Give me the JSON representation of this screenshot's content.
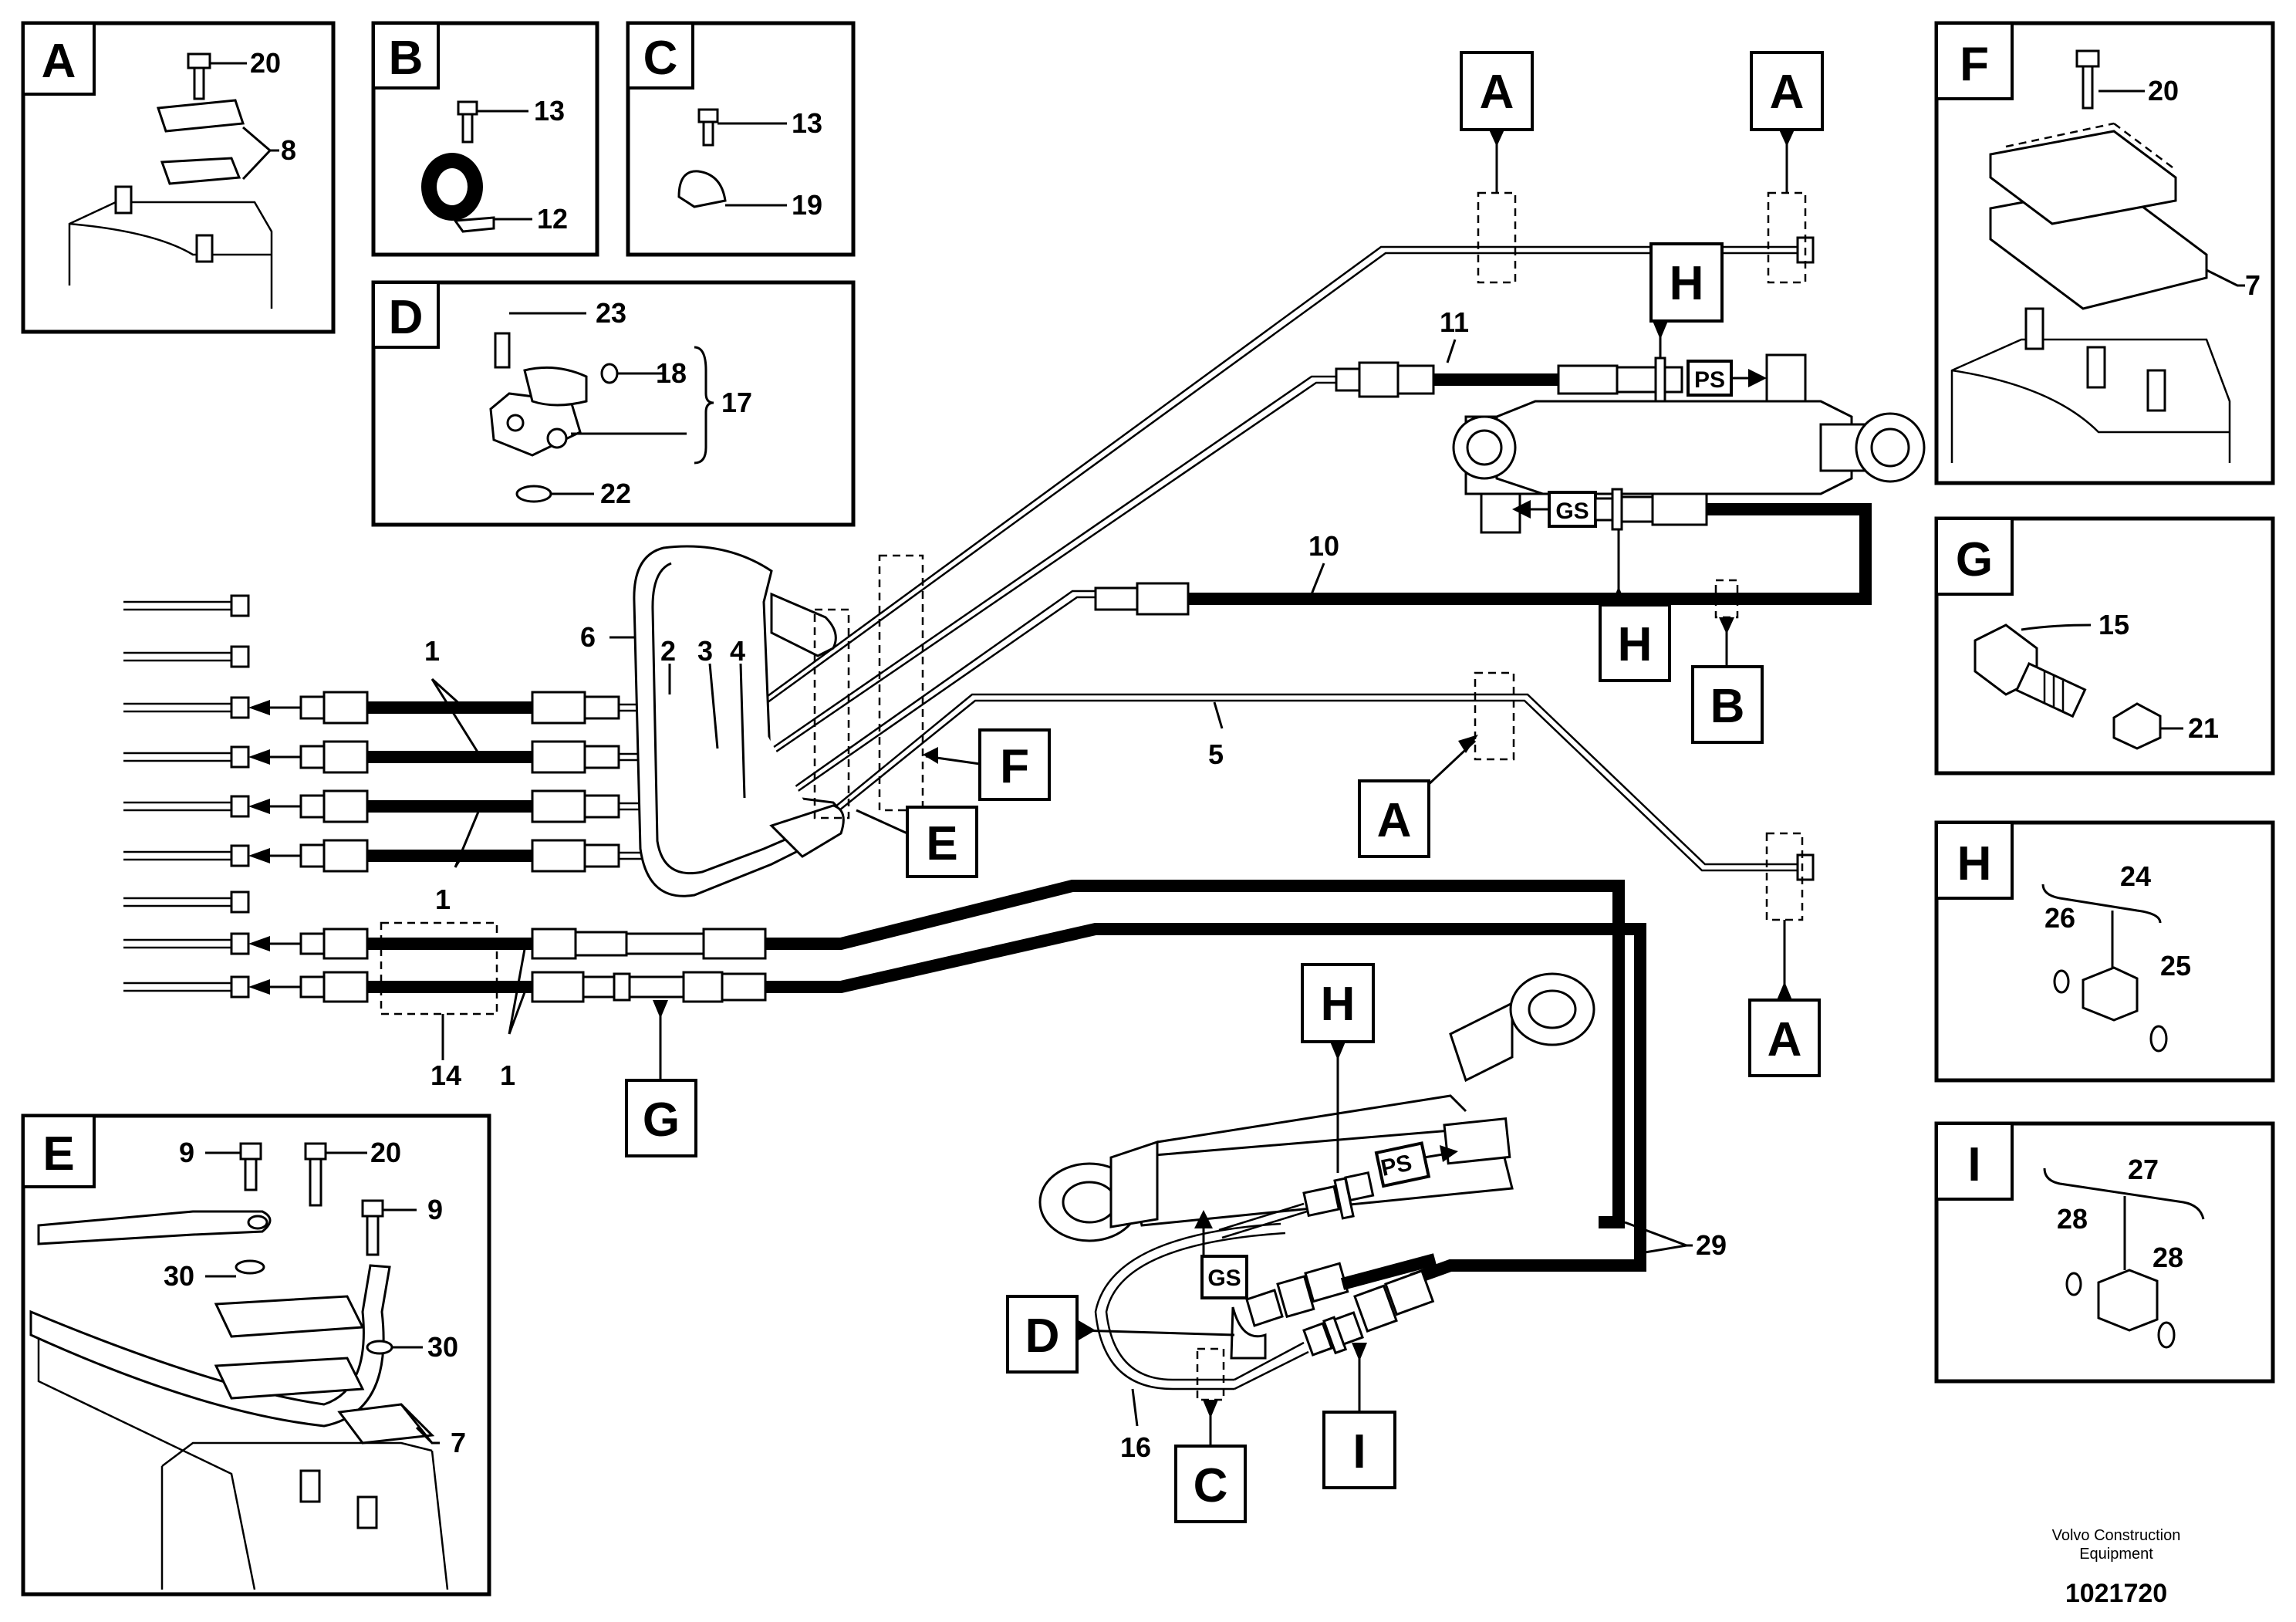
{
  "insets": {
    "A": {
      "letter": "A",
      "callouts": [
        "20",
        "8"
      ]
    },
    "B": {
      "letter": "B",
      "callouts": [
        "13",
        "12"
      ]
    },
    "C": {
      "letter": "C",
      "callouts": [
        "13",
        "19"
      ]
    },
    "D": {
      "letter": "D",
      "callouts": [
        "23",
        "18",
        "17",
        "22"
      ]
    },
    "E": {
      "letter": "E",
      "callouts": [
        "9",
        "20",
        "9",
        "30",
        "30",
        "7"
      ]
    },
    "F": {
      "letter": "F",
      "callouts": [
        "20",
        "7"
      ]
    },
    "G": {
      "letter": "G",
      "callouts": [
        "15",
        "21"
      ]
    },
    "H": {
      "letter": "H",
      "callouts": [
        "24",
        "26",
        "25"
      ]
    },
    "I": {
      "letter": "I",
      "callouts": [
        "27",
        "28",
        "28"
      ]
    }
  },
  "main": {
    "refs": {
      "a_top_left": "A",
      "a_top_right": "A",
      "a_mid": "A",
      "a_bottom": "A",
      "h_top": "H",
      "h_mid": "H",
      "h_lower": "H",
      "b": "B",
      "f": "F",
      "e": "E",
      "g": "G",
      "d": "D",
      "i": "I",
      "c": "C"
    },
    "callouts": {
      "c1a": "1",
      "c1b": "1",
      "c1c": "1",
      "c2": "2",
      "c3": "3",
      "c4": "4",
      "c5": "5",
      "c6": "6",
      "c10": "10",
      "c11": "11",
      "c14": "14",
      "c16": "16",
      "c29": "29"
    },
    "ports": {
      "ps_top": "PS",
      "gs_top": "GS",
      "ps_low": "PS",
      "gs_low": "GS"
    }
  },
  "footer": {
    "brand_line1": "Volvo Construction",
    "brand_line2": "Equipment",
    "part_number": "1021720"
  }
}
